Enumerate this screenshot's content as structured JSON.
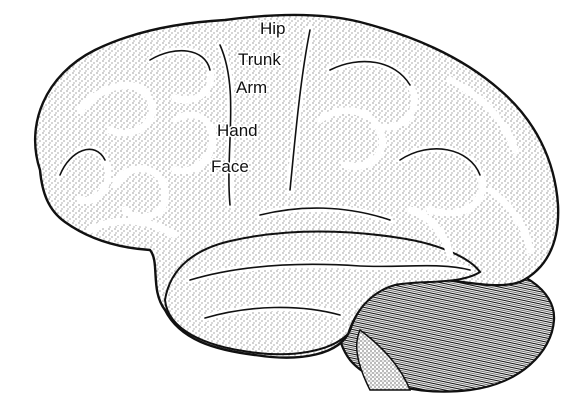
{
  "labels": [
    {
      "id": "hip",
      "text": "Hip"
    },
    {
      "id": "trunk",
      "text": "Trunk"
    },
    {
      "id": "arm",
      "text": "Arm"
    },
    {
      "id": "hand",
      "text": "Hand"
    },
    {
      "id": "face",
      "text": "Face"
    }
  ],
  "colors": {
    "ink": "#111111",
    "paper": "#ffffff"
  }
}
